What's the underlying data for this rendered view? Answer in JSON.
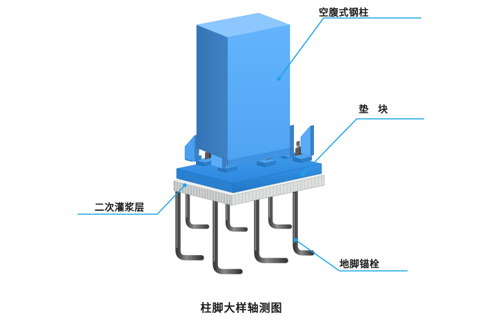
{
  "figure": {
    "caption": "柱脚大样轴测图",
    "background_color": "#ffffff"
  },
  "style": {
    "leader_color": "#1BA5E8",
    "text_color": "#1a1a1a",
    "column_front_color": "#5BAFFB",
    "column_side_color": "#3A7CBF",
    "column_top_color": "#8CC8FF",
    "baseplate_color": "#2E8BE0",
    "grout_color": "#E2E4E2",
    "bolt_color": "#6E6E6E"
  },
  "labels": [
    {
      "id": "column",
      "text": "空腹式钢柱",
      "leader": {
        "dot": [
          404,
          114
        ],
        "elbow": [
          469,
          26
        ],
        "end": [
          610,
          26
        ]
      }
    },
    {
      "id": "pad",
      "text": "垫 块",
      "leader": {
        "dot": [
          439,
          252
        ],
        "elbow": [
          517,
          172
        ],
        "end": [
          614,
          172
        ]
      }
    },
    {
      "id": "grout",
      "text": "二次灌浆层",
      "leader": {
        "dot": [
          268,
          268
        ],
        "elbow": [
          228,
          310
        ],
        "end": [
          113,
          310
        ]
      }
    },
    {
      "id": "anchor",
      "text": "地脚锚栓",
      "leader": {
        "dot": [
          428,
          347
        ],
        "elbow": [
          492,
          392
        ],
        "end": [
          590,
          392
        ]
      }
    }
  ],
  "model": {
    "name": "steel-column-base-detail",
    "parts": [
      {
        "name": "hollow-steel-column",
        "label_ref": "column"
      },
      {
        "name": "base-plate",
        "label_ref": "pad"
      },
      {
        "name": "stiffener-ribs",
        "count": 4
      },
      {
        "name": "bearing-pads",
        "count": 6
      },
      {
        "name": "anchor-bolt-nuts",
        "count": 6
      },
      {
        "name": "secondary-grout-layer",
        "label_ref": "grout"
      },
      {
        "name": "anchor-bolts",
        "label_ref": "anchor",
        "count": 6,
        "shape": "L-hook"
      }
    ]
  }
}
